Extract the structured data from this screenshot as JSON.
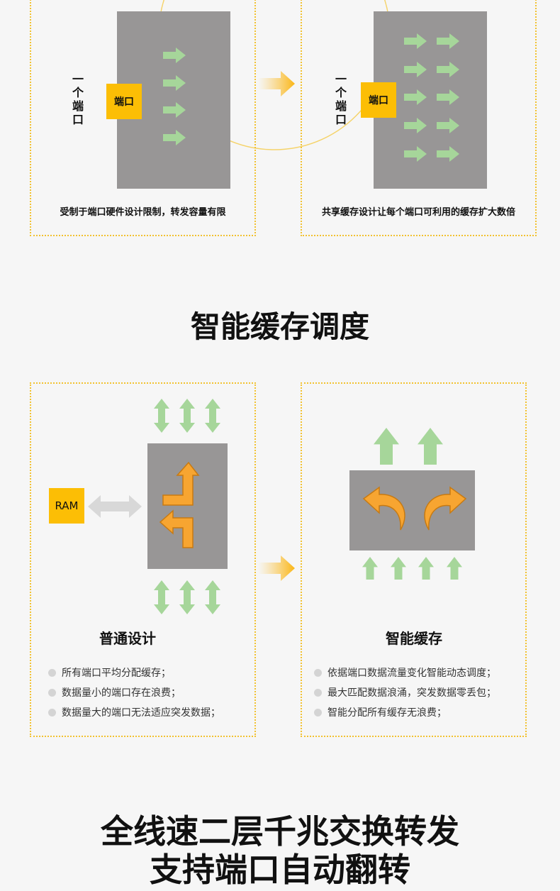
{
  "section1": {
    "left": {
      "side_label": "一个端口",
      "port_label": "端口",
      "caption": "受制于端口硬件设计限制，转发容量有限"
    },
    "right": {
      "side_label": "一个端口",
      "port_label": "端口",
      "caption": "共享缓存设计让每个端口可利用的缓存扩大数倍"
    }
  },
  "section2": {
    "title": "智能缓存调度",
    "left": {
      "ram_label": "RAM",
      "heading": "普通设计",
      "bullets": [
        "所有端口平均分配缓存；",
        "数据量小的端口存在浪费；",
        "数据量大的端口无法适应突发数据；"
      ]
    },
    "right": {
      "heading": "智能缓存",
      "bullets": [
        "依据端口数据流量变化智能动态调度；",
        "最大匹配数据浪涌，突发数据零丢包；",
        "智能分配所有缓存无浪费；"
      ]
    }
  },
  "section3": {
    "title_line1": "全线速二层千兆交换转发",
    "title_line2": "支持端口自动翻转"
  },
  "colors": {
    "accent": "#fcbe05",
    "green_arrow": "#a6d69a",
    "gray_block": "#989696",
    "orange_arrow": "#f7a531"
  }
}
